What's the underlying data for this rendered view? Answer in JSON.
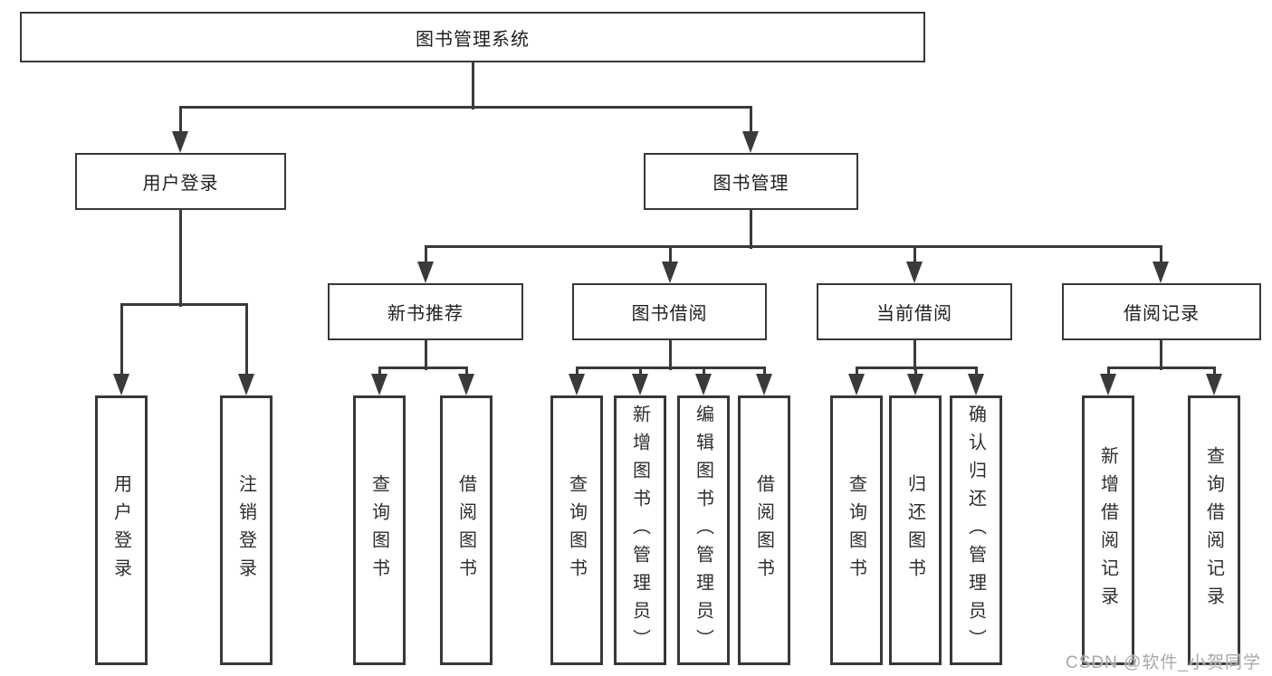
{
  "diagram_title": "图书管理系统",
  "tree": {
    "label": "图书管理系统",
    "children": [
      {
        "label": "用户登录",
        "children": [
          {
            "label": "用户登录"
          },
          {
            "label": "注销登录"
          }
        ]
      },
      {
        "label": "图书管理",
        "children": [
          {
            "label": "新书推荐",
            "children": [
              {
                "label": "查询图书"
              },
              {
                "label": "借阅图书"
              }
            ]
          },
          {
            "label": "图书借阅",
            "children": [
              {
                "label": "查询图书"
              },
              {
                "label": "新增图书（管理员）"
              },
              {
                "label": "编辑图书（管理员）"
              },
              {
                "label": "借阅图书"
              }
            ]
          },
          {
            "label": "当前借阅",
            "children": [
              {
                "label": "查询图书"
              },
              {
                "label": "归还图书"
              },
              {
                "label": "确认归还（管理员）"
              }
            ]
          },
          {
            "label": "借阅记录",
            "children": [
              {
                "label": "新增借阅记录"
              },
              {
                "label": "查询借阅记录"
              }
            ]
          }
        ]
      }
    ]
  },
  "colors": {
    "line": "#3a3a3a",
    "box_border": "#383838",
    "background": "#ffffff",
    "watermark": "#a9a9a9"
  },
  "watermark": {
    "text": "CSDN @软件_小贺同学"
  }
}
